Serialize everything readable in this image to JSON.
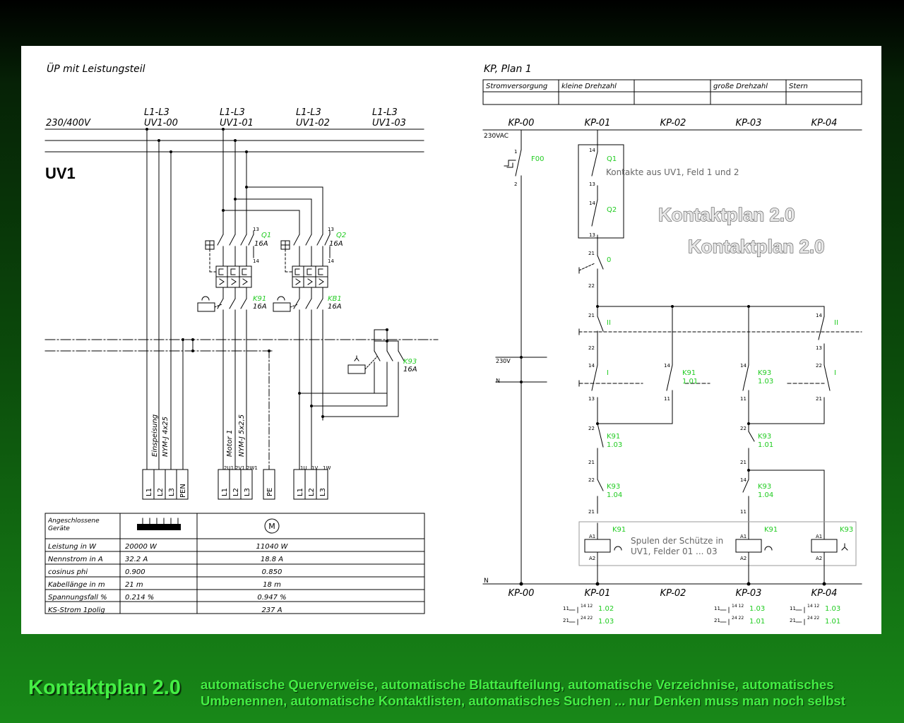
{
  "left": {
    "title": "ÜP mit Leistungsteil",
    "supply": "230/400V",
    "sections": [
      {
        "phases": "L1-L3",
        "id": "UV1-00"
      },
      {
        "phases": "L1-L3",
        "id": "UV1-01"
      },
      {
        "phases": "L1-L3",
        "id": "UV1-02"
      },
      {
        "phases": "L1-L3",
        "id": "UV1-03"
      }
    ],
    "panel_label": "UV1",
    "q1": {
      "tag": "Q1",
      "rating": "16A"
    },
    "q2": {
      "tag": "Q2",
      "rating": "16A"
    },
    "k91": {
      "tag": "K91",
      "rating": "16A"
    },
    "kb1": {
      "tag": "KB1",
      "rating": "16A"
    },
    "k93": {
      "tag": "K93",
      "rating": "16A"
    },
    "cable_labels": [
      "Einspeisung",
      "NYM-J 4x25",
      "Motor 1",
      "NYM-J 5x2,5"
    ],
    "terminal_group_1": [
      "L1",
      "L2",
      "L3",
      "PEN"
    ],
    "terminal_group_2": [
      "L1",
      "L2",
      "L3"
    ],
    "terminal_group_2_top": [
      "2U1",
      "2V1",
      "2W1"
    ],
    "terminal_pe": "PE",
    "terminal_group_3": [
      "L1",
      "L2",
      "L3"
    ],
    "terminal_group_3_top": [
      "1U",
      "1V",
      "1W"
    ],
    "table": {
      "header": "Angeschlossene Geräte",
      "motor_symbol": "M",
      "rows": [
        {
          "label": "Leistung in W",
          "v1": "20000 W",
          "v2": "11040 W"
        },
        {
          "label": "Nennstrom in A",
          "v1": "32.2 A",
          "v2": "18.8 A"
        },
        {
          "label": "cosinus phi",
          "v1": "0.900",
          "v2": "0.850"
        },
        {
          "label": "Kabellänge in m",
          "v1": "21 m",
          "v2": "18 m"
        },
        {
          "label": "Spannungsfall %",
          "v1": "0.214 %",
          "v2": "0.947 %"
        },
        {
          "label": "KS-Strom 1polig",
          "v1": "",
          "v2": "237 A"
        }
      ]
    }
  },
  "right": {
    "title": "KP, Plan 1",
    "header_cells": [
      "Stromversorgung",
      "kleine Drehzahl",
      "",
      "große Drehzahl",
      "Stern"
    ],
    "columns": [
      "KP-00",
      "KP-01",
      "KP-02",
      "KP-03",
      "KP-04"
    ],
    "voltage": "230VAC",
    "fuse": "F00",
    "q1": "Q1",
    "q2": "Q2",
    "contacts_note": "Kontakte aus UV1, Feld 1 und 2",
    "watermark_1": "Kontaktplan 2.0",
    "watermark_2": "Kontaktplan 2.0",
    "switch_0": "0",
    "switch_II_a": "II",
    "switch_II_b": "II",
    "switch_I_a": "I",
    "switch_I_b": "I",
    "k91_a": {
      "tag": "K91",
      "ref": "1.01"
    },
    "k93_a": {
      "tag": "K93",
      "ref": "1.03"
    },
    "k91_b": {
      "tag": "K91",
      "ref": "1.03"
    },
    "k93_b": {
      "tag": "K93",
      "ref": "1.01"
    },
    "k93_c": {
      "tag": "K93",
      "ref": "1.04"
    },
    "k93_d": {
      "tag": "K93",
      "ref": "1.04"
    },
    "coil_note_1": "Spulen der Schütze in",
    "coil_note_2": "UV1, Felder 01 ... 03",
    "coils": [
      "K91",
      "K91",
      "K93"
    ],
    "v230": "230V",
    "n_label": "N",
    "n_label_bottom": "N",
    "xref_1": [
      "1.02",
      "1.03"
    ],
    "xref_2": [
      "1.03",
      "1.01"
    ],
    "xref_3": [
      "1.03",
      "1.01"
    ]
  },
  "footer": {
    "title": "Kontaktplan 2.0",
    "line1": "automatische Querverweise, automatische Blattaufteilung, automatische Verzeichnise, automatisches",
    "line2": "Umbenennen, automatische Kontaktlisten, automatisches Suchen ... nur Denken muss man noch selbst"
  }
}
